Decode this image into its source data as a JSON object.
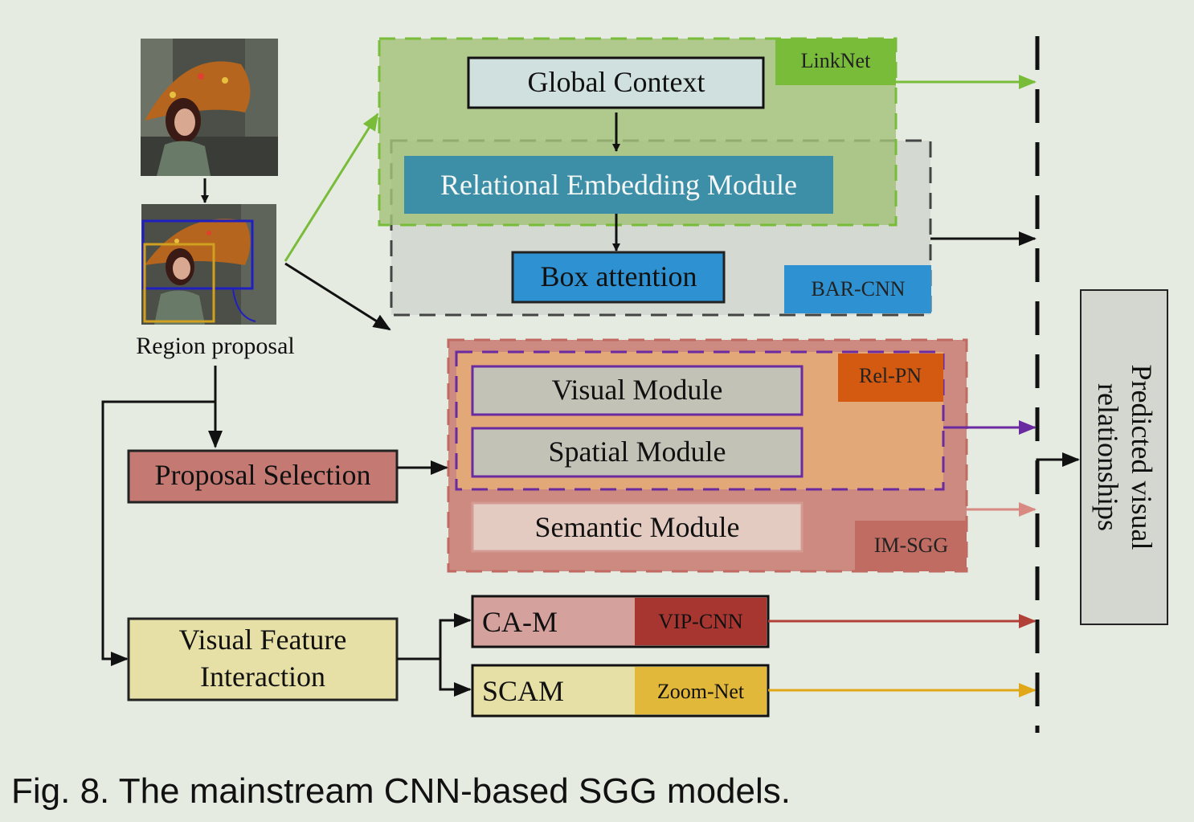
{
  "caption": "Fig. 8. The mainstream CNN-based SGG models.",
  "input": {
    "region_proposal_label": "Region proposal"
  },
  "modules": {
    "global_context": "Global Context",
    "relational_embedding": "Relational Embedding Module",
    "box_attention": "Box attention",
    "visual_module": "Visual Module",
    "spatial_module": "Spatial Module",
    "semantic_module": "Semantic Module",
    "proposal_selection": "Proposal Selection",
    "visual_feature_interaction_line1": "Visual Feature",
    "visual_feature_interaction_line2": "Interaction",
    "ca_m": "CA-M",
    "scam": "SCAM"
  },
  "models": {
    "linknet": "LinkNet",
    "bar_cnn": "BAR-CNN",
    "rel_pn": "Rel-PN",
    "im_sgg": "IM-SGG",
    "vip_cnn": "VIP-CNN",
    "zoom_net": "Zoom-Net"
  },
  "output": {
    "line1": "Predicted visual",
    "line2": "relationships"
  },
  "colors": {
    "background": "#e6ebe2",
    "linknet": "#78bc3a",
    "bar_cnn": "#2e92d2",
    "rel_pn": "#d35a10",
    "im_sgg": "#c87a70",
    "vip_cnn": "#a83630",
    "zoom_net": "#e2b83a"
  }
}
